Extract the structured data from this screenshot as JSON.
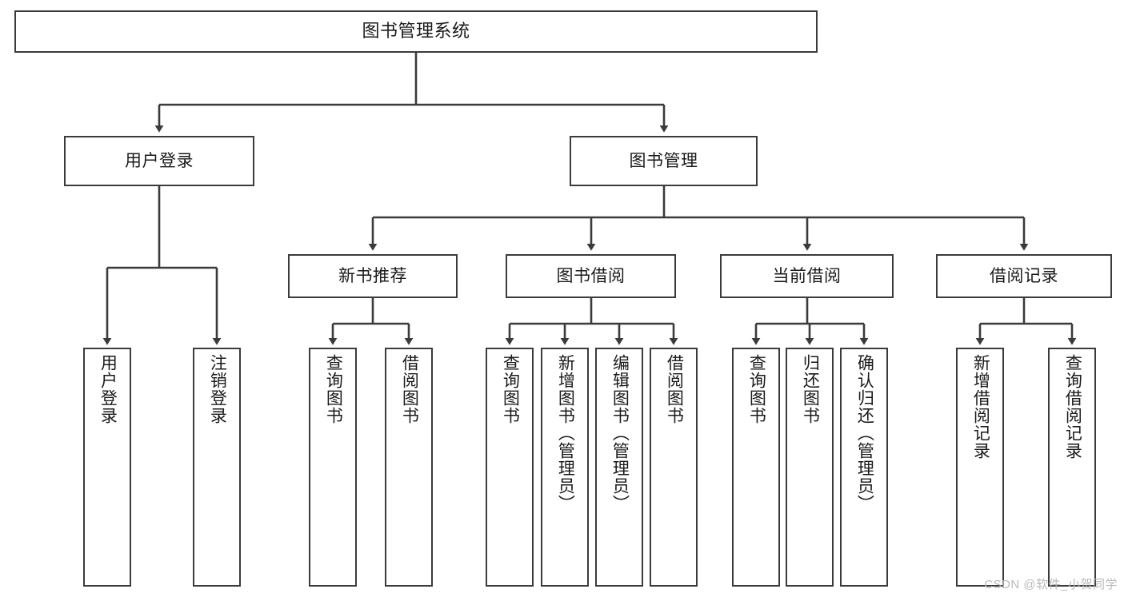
{
  "diagram": {
    "title": "图书管理系统",
    "type": "hierarchy-tree",
    "watermark": "CSDN @软件_小贺同学",
    "colors": {
      "border": "#3b3b3b",
      "background": "#ffffff",
      "text": "#1a1a1a",
      "watermark": "#b9b9b9"
    },
    "nodes": {
      "root": {
        "label": "图书管理系统"
      },
      "level2": [
        {
          "id": "user-login",
          "label": "用户登录"
        },
        {
          "id": "book-management",
          "label": "图书管理"
        }
      ],
      "level3": [
        {
          "id": "new-book-recommend",
          "label": "新书推荐"
        },
        {
          "id": "book-borrow",
          "label": "图书借阅"
        },
        {
          "id": "current-borrow",
          "label": "当前借阅"
        },
        {
          "id": "borrow-record",
          "label": "借阅记录"
        }
      ],
      "leaves": {
        "user_login": [
          {
            "id": "leaf-user-login",
            "label": "用户登录"
          },
          {
            "id": "leaf-logout-login",
            "label": "注销登录"
          }
        ],
        "new_book_recommend": [
          {
            "id": "leaf-query-book-1",
            "label": "查询图书"
          },
          {
            "id": "leaf-borrow-book-1",
            "label": "借阅图书"
          }
        ],
        "book_borrow": [
          {
            "id": "leaf-query-book-2",
            "label": "查询图书"
          },
          {
            "id": "leaf-add-book",
            "label": "新增图书（管理员）"
          },
          {
            "id": "leaf-edit-book",
            "label": "编辑图书（管理员）"
          },
          {
            "id": "leaf-borrow-book-2",
            "label": "借阅图书"
          }
        ],
        "current_borrow": [
          {
            "id": "leaf-query-book-3",
            "label": "查询图书"
          },
          {
            "id": "leaf-return-book",
            "label": "归还图书"
          },
          {
            "id": "leaf-confirm-return",
            "label": "确认归还（管理员）"
          }
        ],
        "borrow_record": [
          {
            "id": "leaf-add-record",
            "label": "新增借阅记录"
          },
          {
            "id": "leaf-query-record",
            "label": "查询借阅记录"
          }
        ]
      }
    }
  }
}
